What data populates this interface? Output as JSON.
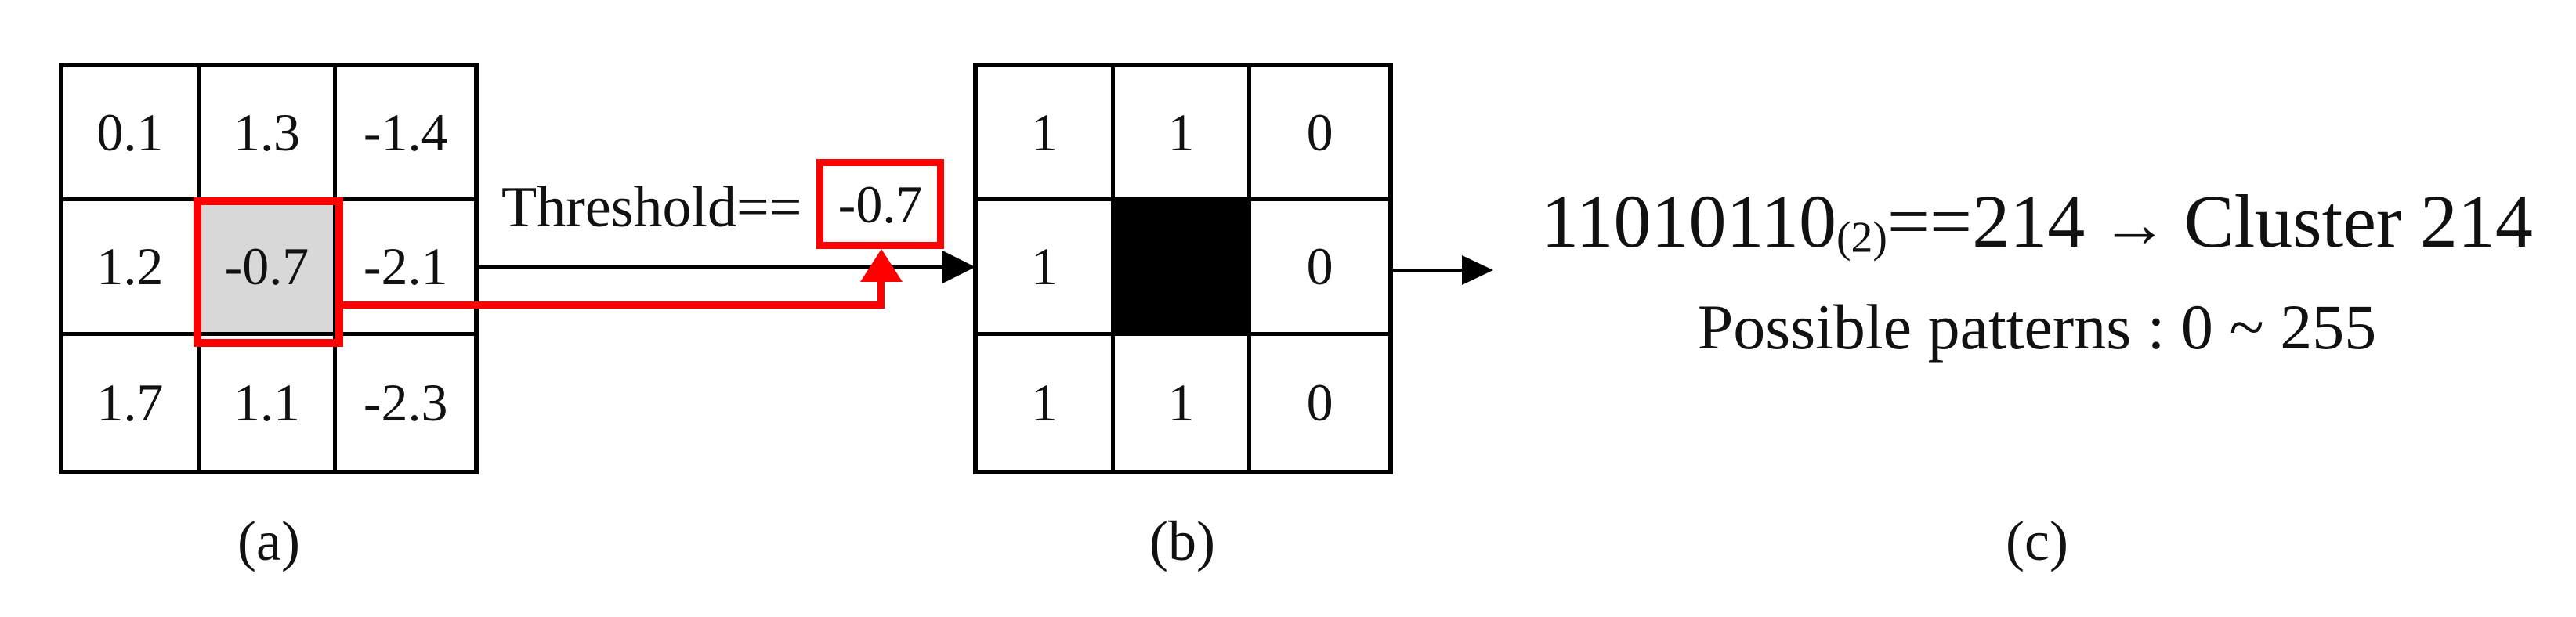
{
  "colors": {
    "red": "#fe0000",
    "gray_fill": "#d8d8d8",
    "line": "#000000",
    "text": "#111111"
  },
  "grid_a": {
    "label": "(a)",
    "rows": [
      [
        "0.1",
        "1.3",
        "-1.4"
      ],
      [
        "1.2",
        "-0.7",
        "-2.1"
      ],
      [
        "1.7",
        "1.1",
        "-2.3"
      ]
    ]
  },
  "threshold": {
    "label": "Threshold==",
    "value": "-0.7"
  },
  "grid_b": {
    "label": "(b)",
    "rows": [
      [
        "1",
        "1",
        "0"
      ],
      [
        "1",
        "",
        "0"
      ],
      [
        "1",
        "1",
        "0"
      ]
    ]
  },
  "result": {
    "binary": "11010110",
    "base": "(2)",
    "equals": "==",
    "decimal": "214",
    "arrow": "→",
    "cluster": "Cluster 214",
    "patterns": "Possible patterns : 0 ~ 255",
    "label": "(c)"
  }
}
